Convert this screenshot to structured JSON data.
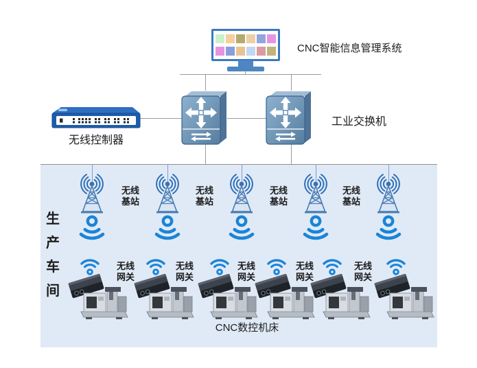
{
  "diagram": {
    "management_system_label": "CNC智能信息管理系统",
    "switch_label": "工业交换机",
    "controller_label": "无线控制器",
    "workshop_label": "生产车间",
    "base_station_label_line1": "无线",
    "base_station_label_line2": "基站",
    "gateway_label_line1": "无线",
    "gateway_label_line2": "网关",
    "machines_label": "CNC数控机床"
  },
  "colors": {
    "accent_blue": "#1b84d6",
    "tower_blue": "#4b7cb3",
    "switch_blue": "#6b93b8",
    "controller_blue": "#1d5cab",
    "monitor_border": "#3a78c2",
    "workshop_bg": "#e0eaf6",
    "line_gray": "#9a9a9a",
    "drop_line_purple": "#8a96cf"
  },
  "monitor_tiles": {
    "row1": [
      "#c9f2c9",
      "#f6cf9e",
      "#b3aa70",
      "#edcfa5",
      "#92a5de",
      "#e893e1"
    ],
    "row2": [
      "#e893e1",
      "#8b9edc",
      "#eac291",
      "#c2d7f2",
      "#dc9aa3",
      "#c0b47c"
    ]
  }
}
